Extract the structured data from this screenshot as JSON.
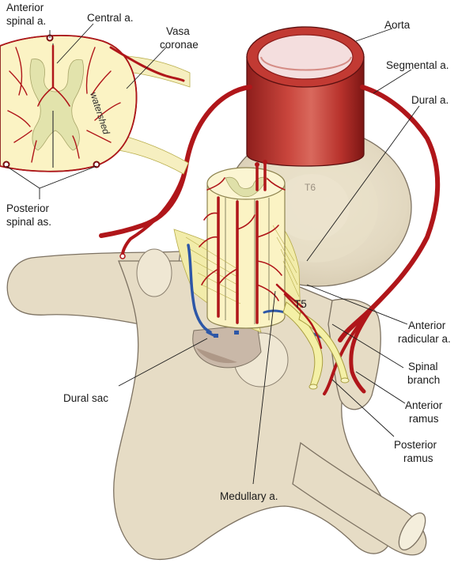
{
  "labels": {
    "anterior_spinal": [
      "Anterior",
      "spinal a."
    ],
    "central": "Central a.",
    "vasa_coronae": [
      "Vasa",
      "coronae"
    ],
    "watershed": "watershed",
    "posterior_spinal": [
      "Posterior",
      "spinal as."
    ],
    "aorta": "Aorta",
    "segmental": "Segmental a.",
    "dural_artery": "Dural a.",
    "t6": "T6",
    "t5": "T5",
    "anterior_radicular": [
      "Anterior",
      "radicular a."
    ],
    "spinal_branch": [
      "Spinal",
      "branch"
    ],
    "anterior_ramus": [
      "Anterior",
      "ramus"
    ],
    "posterior_ramus": [
      "Posterior",
      "ramus"
    ],
    "dural_sac": "Dural sac",
    "medullary": "Medullary a."
  },
  "colors": {
    "artery": "#b0161a",
    "vein": "#2d57a7",
    "bone": "#e6dcc5",
    "cord": "#fbf3c4",
    "grey_matter": "#dfe0a9",
    "nerve": "#f4f0a6"
  }
}
